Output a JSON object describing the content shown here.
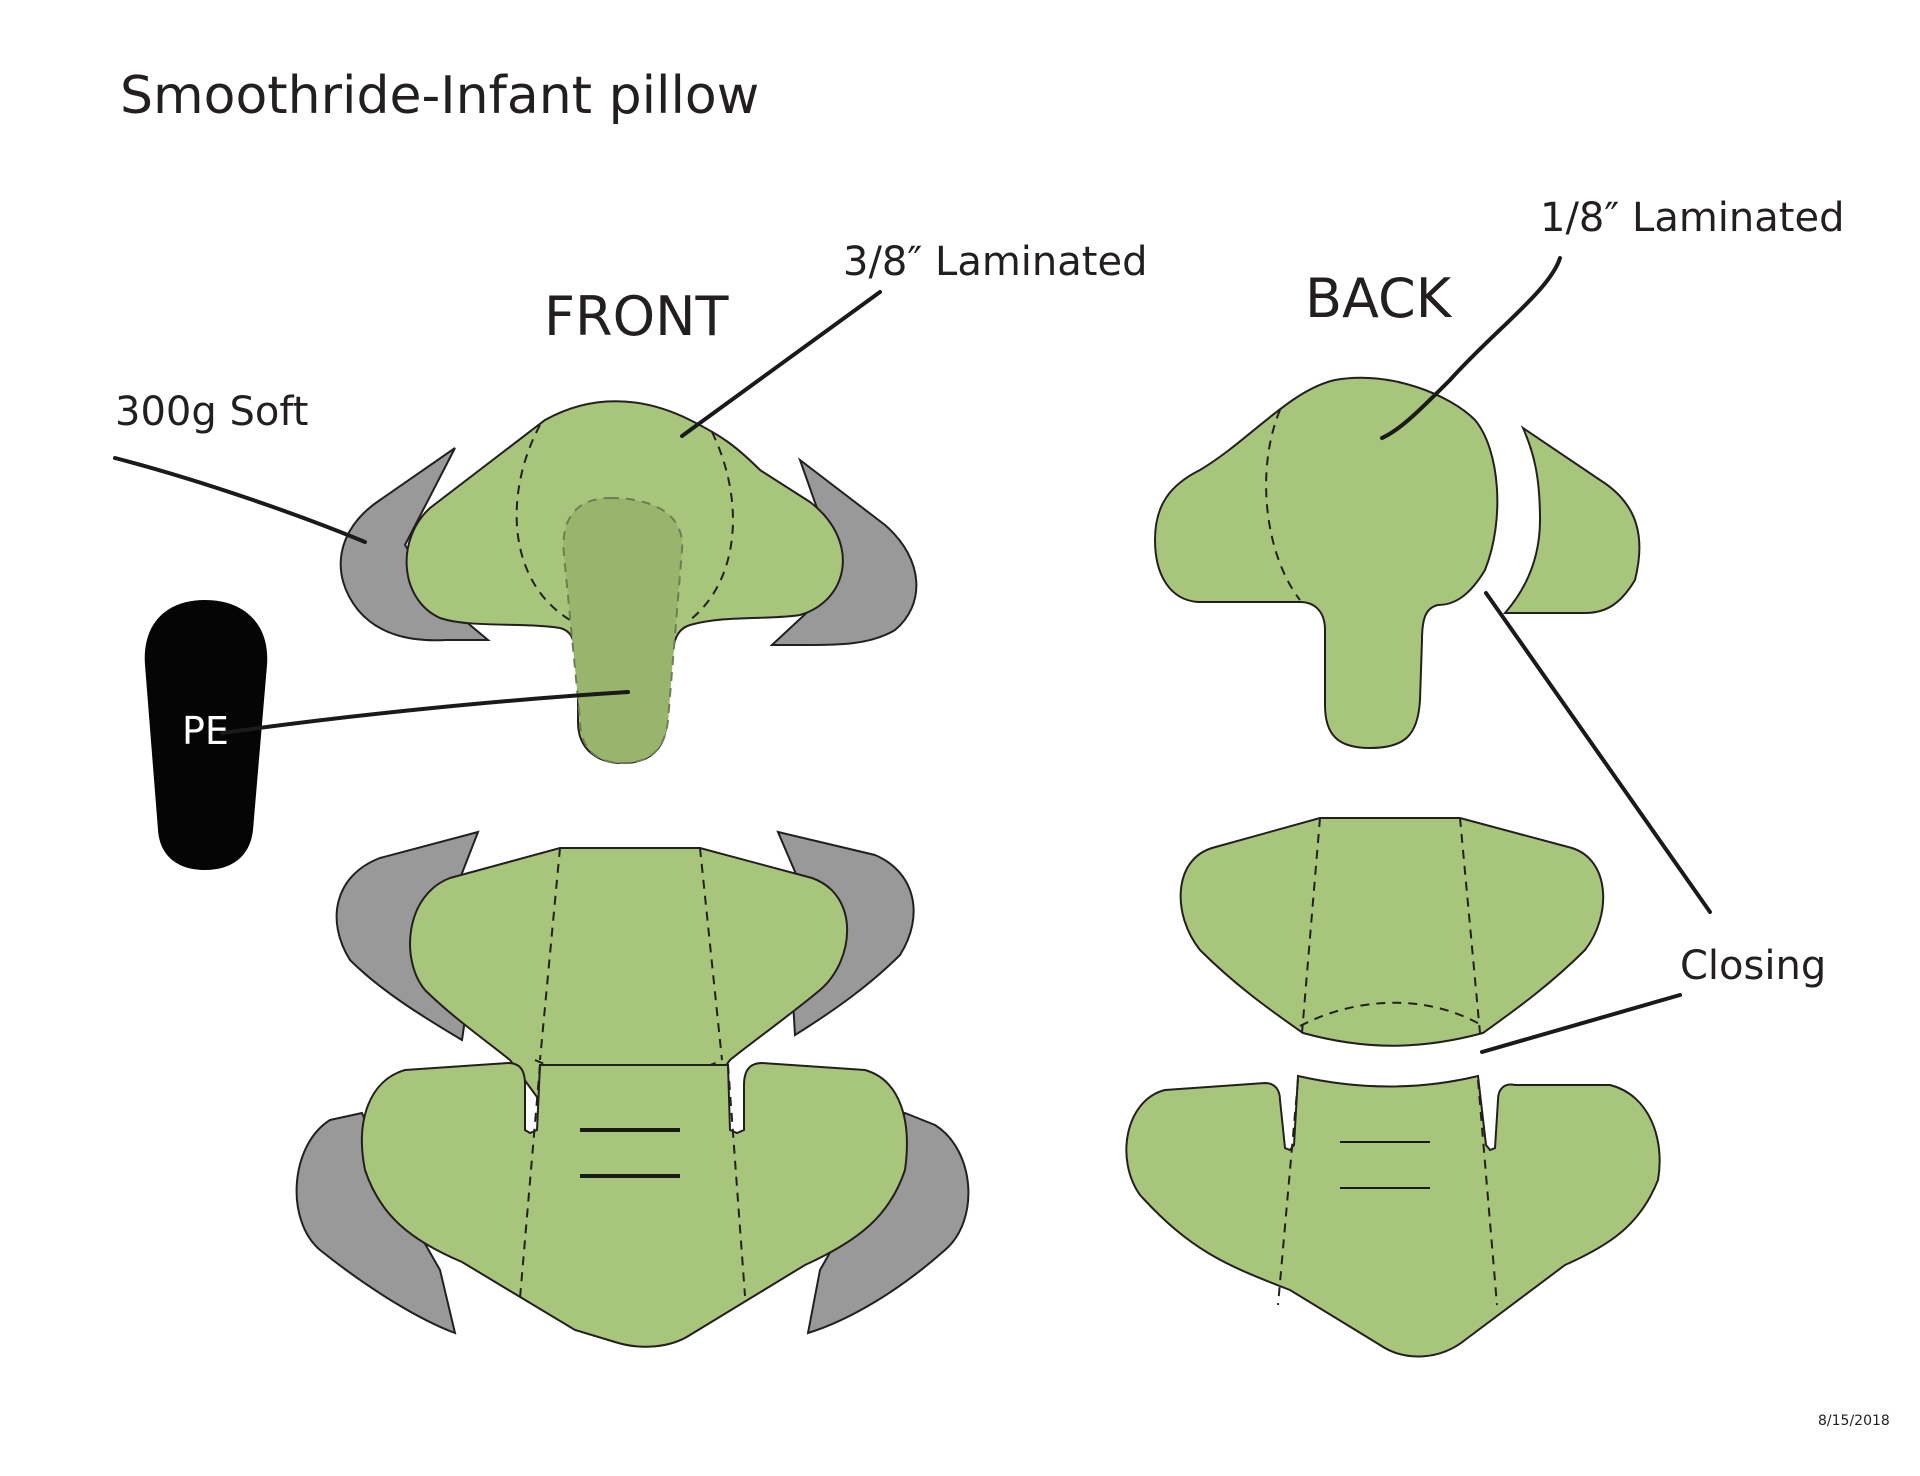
{
  "title": "Smoothride-Infant pillow",
  "labels": {
    "front": "FRONT",
    "back": "BACK",
    "front_laminated": "3/8″ Laminated",
    "back_laminated": "1/8″ Laminated",
    "soft": "300g Soft",
    "pe": "PE",
    "closing": "Closing"
  },
  "date": "8/15/2018",
  "colors": {
    "green_panel": "#a8c67b",
    "pe_insert": "#99b46c",
    "gray_soft": "#999999",
    "pe_black": "#050505",
    "outline": "#231f20"
  }
}
